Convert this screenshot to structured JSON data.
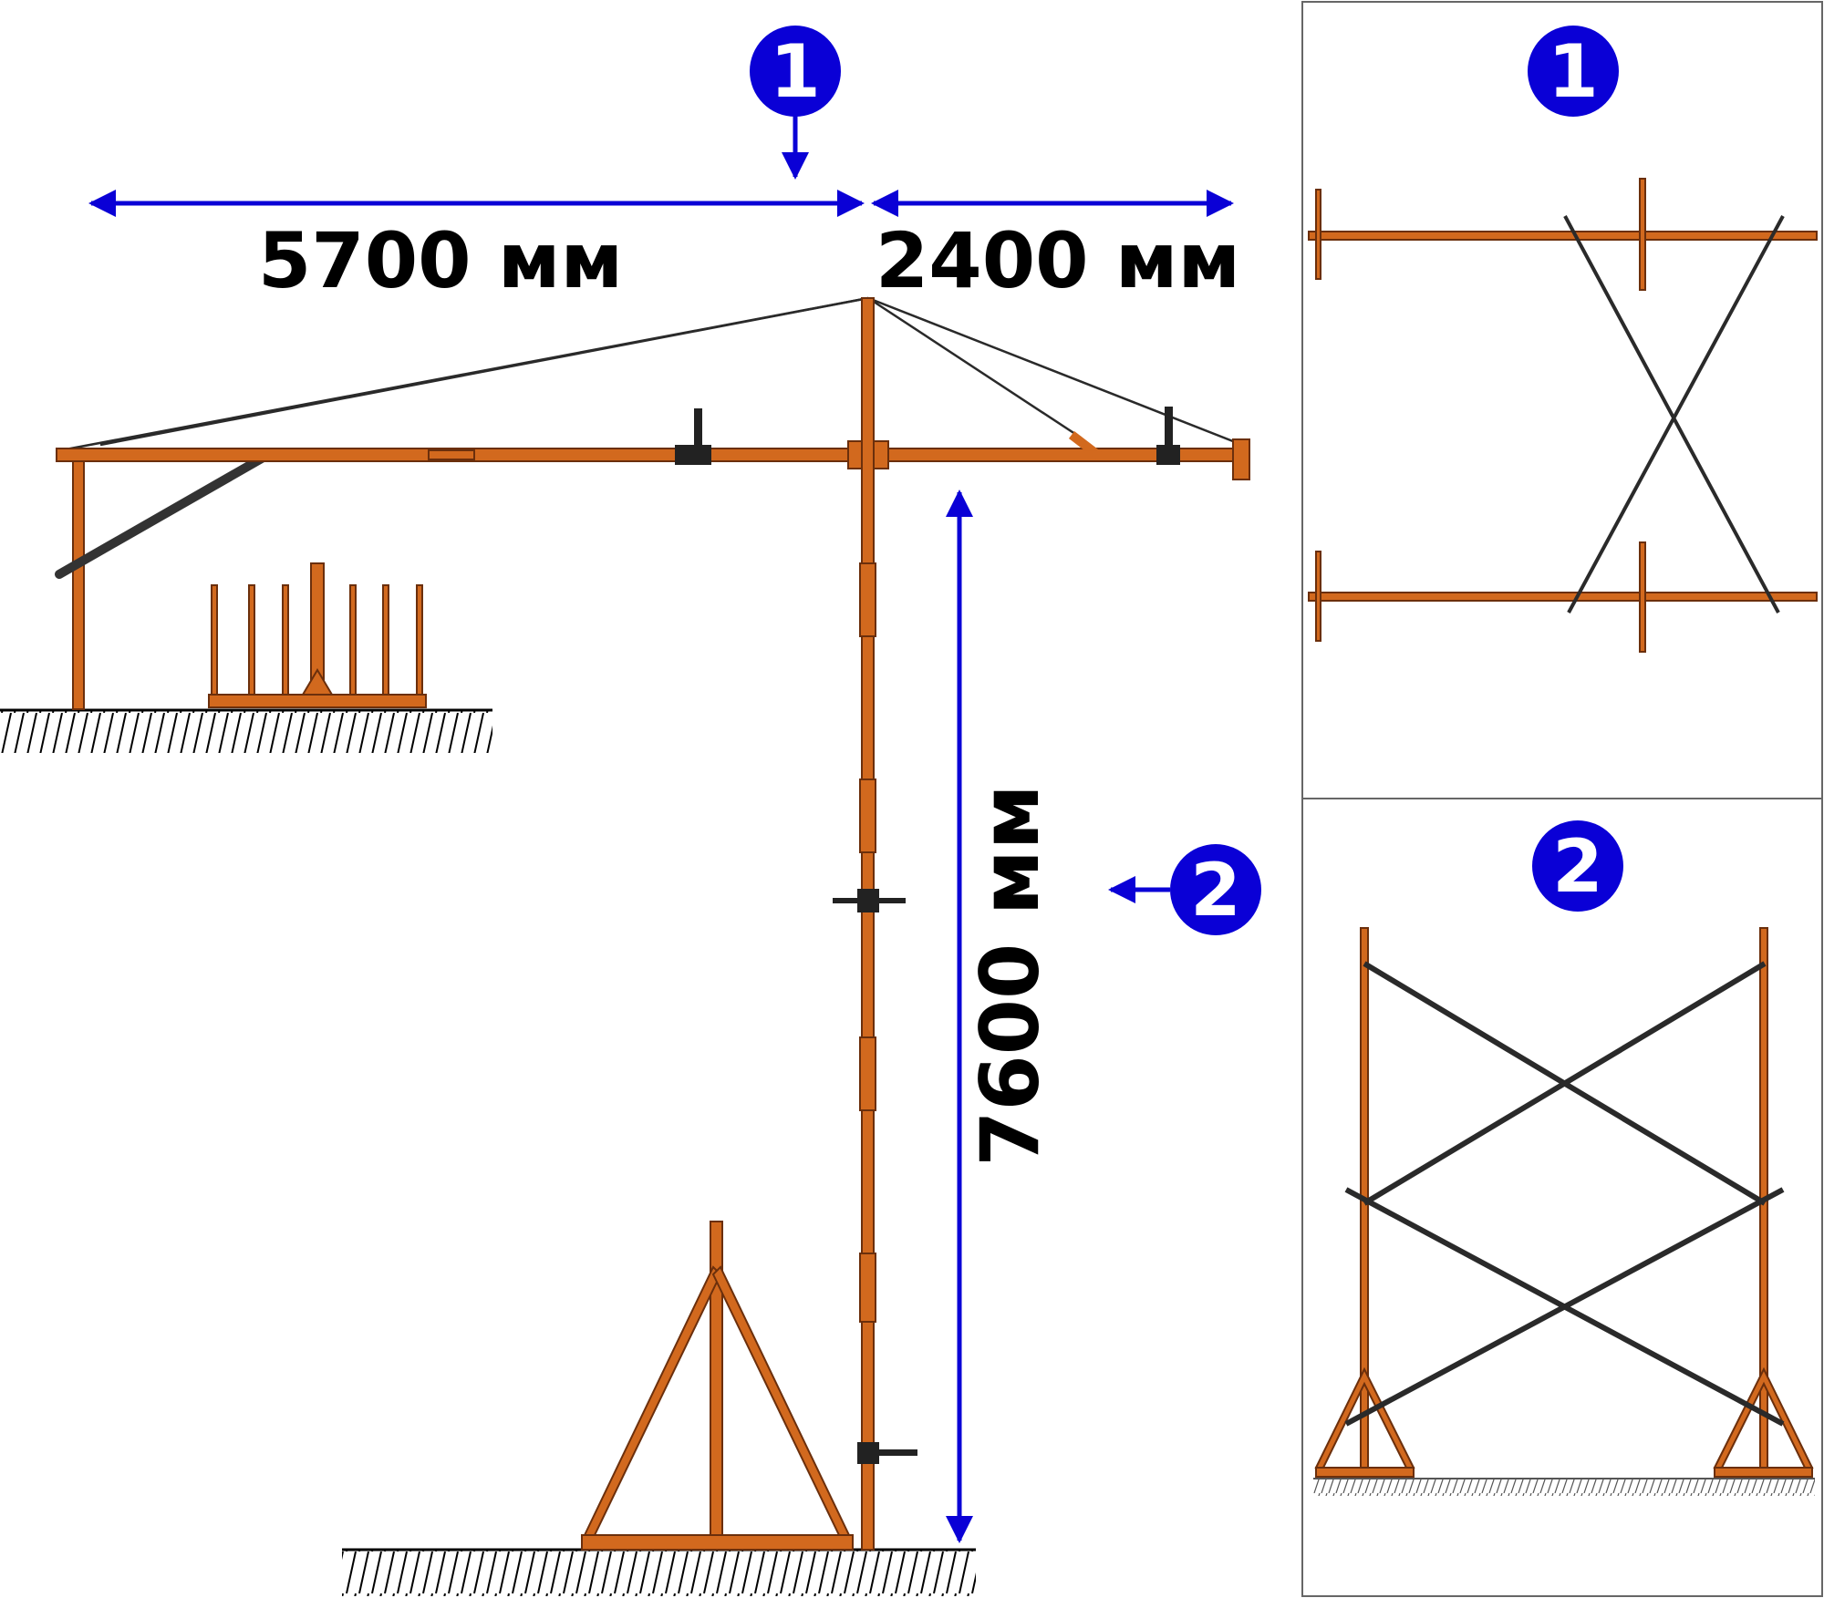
{
  "dimensions": {
    "jib_length": "5700 мм",
    "counter_jib_length": "2400 мм",
    "height": "7600 мм"
  },
  "markers": {
    "top_view": "1",
    "side_view": "2"
  },
  "colors": {
    "steel": "#d2691e",
    "steel_outline": "#6b2f0c",
    "cable": "#2a2a2a",
    "dimension_arrow": "#0a00d6",
    "marker_fill": "#0a00d6",
    "marker_text": "#ffffff"
  }
}
